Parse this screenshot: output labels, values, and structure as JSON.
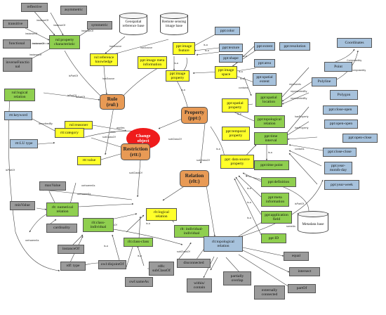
{
  "nodes": {
    "reflective": "reflective",
    "asymmetric": "asymmetric",
    "transitive": "transitive",
    "symmetric": "symmetric",
    "functional": "functional",
    "inverse_functional": "inverseFunctio\nnal",
    "rul_property_characteristic": "rul:property\ncharacteristic",
    "geo_reference_base": "Geospatial\nreference base",
    "rs_image_base": "Remote sensing\nimage base",
    "rul_reference_knowledge": "rul:reference\nknowledge",
    "ppt_image_meta": "ppt:image meta\ninformation",
    "ppt_image_feature": "ppt:image\nfeature",
    "ppt_color": "ppt:color",
    "ppt_texture": "ppt:texture",
    "ppt_shape": "ppt:shape",
    "ppt_image_property": "ppt:image\nproperty",
    "ppt_image_space": "ppt:image\nspace",
    "ppt_extent": "ppt:extent",
    "ppt_resolution": "ppt:resolution",
    "ppt_area": "ppt:area",
    "ppt_spatial_extent": "ppt:spatial\nextent",
    "coordinates": "Coordinates",
    "point": "Point",
    "polyline": "Polyline",
    "polygon": "Polygon",
    "rul_logical_relation": "rul:logical\nrelation",
    "rule": "Rule\n(rul:)",
    "property": "Property\n(ppt:)",
    "ppt_spatial_property": "ppt:spatial\nproperty",
    "ppt_spatial_location": "ppt:spatial\nlocation",
    "ppt_topological_relation": "ppt:topological\nrelation",
    "ppt_close_open": "ppt:close-open",
    "ppt_open_open": "ppt:open-open",
    "ppt_open_close": "ppt:open-close",
    "ppt_close_close": "ppt:close-close",
    "ppt_year_month_day": "ppt:year-\nmonth-day",
    "ppt_year_week": "ppt:year-week",
    "rul_reasoner": "rul:reasoner",
    "change_object": "Change\nobject",
    "rtt_keyword": "rtt:keyword",
    "rtt_category": "rtt:category",
    "rtt_lu_type": "rtt:LU type",
    "restriction": "Restriction\n(rtt:)",
    "ppt_temporal_property": "ppt:temporal\nproperty",
    "ppt_time_interval": "ppt:time\ninterval",
    "ppt_time_point": "ppt:time point",
    "ppt_data_source_property": "ppt: data source\nproperty",
    "ppt_definition": "ppt:definition",
    "ppt_meta_information": "ppt:meta\ninformation",
    "ppt_application_field": "ppt:application\nfield",
    "ppt_id": "ppt:ID",
    "metadata_base": "Metadata base",
    "rtt_value": "rtt:value",
    "relation": "Relation\n(rlt:)",
    "max_value": "maxValue",
    "min_value": "minValue",
    "rlt_numerical_relation": "rlt: numerical\nrelation",
    "cardinality": "cardinality",
    "rlt_class_individual": "rlt:class-\nindividual",
    "rlt_logical_relation": "rlt:logical\nrelation",
    "rlt_individual_individual": "rlt: individual-\nindividual",
    "rlt_class_class": "rlt:class-class",
    "instance_of": "instanceOf",
    "rdf_type": "rdf: type",
    "owl_disjoint_of": "owl:disjointOf",
    "owl_same_as": "owl:sameAs",
    "rdfs_subclass_of": "rdfs:\nsubClassOf",
    "rlt_topological_relation": "rlt:topological\nrelation",
    "equal": "equal",
    "intersect": "intersect",
    "disconnected": "disconnected",
    "within_contain": "within/\ncontain",
    "partially_overlap": "partially\noverlap",
    "externally_connected": "externally\nconnected",
    "part_of": "partOf"
  },
  "edge_labels": [
    "instanceOf",
    "instanceOf",
    "instanceOf",
    "instanceOf",
    "instanceOf",
    "instanceOf",
    "isPartOf",
    "hasSource",
    "hasSource",
    "is-a",
    "is-a",
    "is-a",
    "is-a",
    "is-a",
    "hasSource",
    "isPartOf",
    "contains",
    "is-a",
    "is-a",
    "represents",
    "representedBy",
    "representedBy",
    "Composedby",
    "Composedby",
    "isPartOf",
    "isPartOf",
    "applies",
    "uses",
    "describedBy",
    "subClassOf",
    "is-a",
    "hasProperty",
    "hasProperty",
    "contains",
    "subClassOf",
    "is-a",
    "is-a",
    "owl:sameAs",
    "owl:sameAs",
    "is-a",
    "subClassOf",
    "subClassOf",
    "is-a",
    "is-a",
    "isPartOf",
    "owl:sameAs",
    "subClassOf",
    "is-a",
    "is-a",
    "is-a",
    "instanceOf",
    "subClassOf",
    "sameAs"
  ],
  "colors": {
    "gray": "#9b9b9b",
    "green": "#8fcf4f",
    "yellow": "#ffff2a",
    "blue": "#a7c2dc",
    "core": "#e89a55",
    "center": "#ef1b1b",
    "edge": "#444444"
  }
}
